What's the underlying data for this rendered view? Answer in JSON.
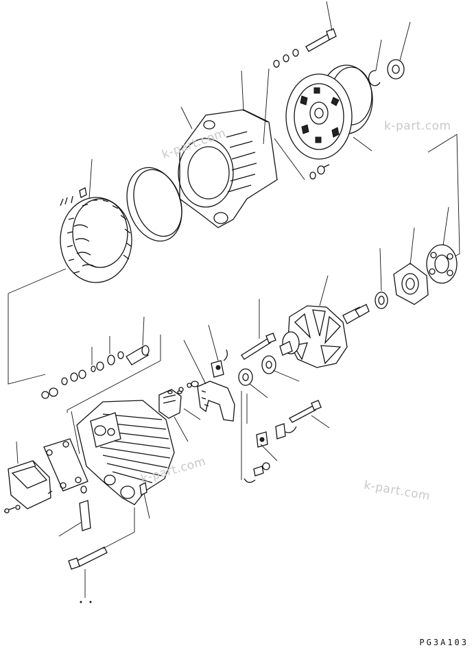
{
  "watermarks": [
    "k-part.com",
    "k-part.com",
    "k-part.com",
    "k-part.com"
  ],
  "drawing_code": "PG3A103"
}
